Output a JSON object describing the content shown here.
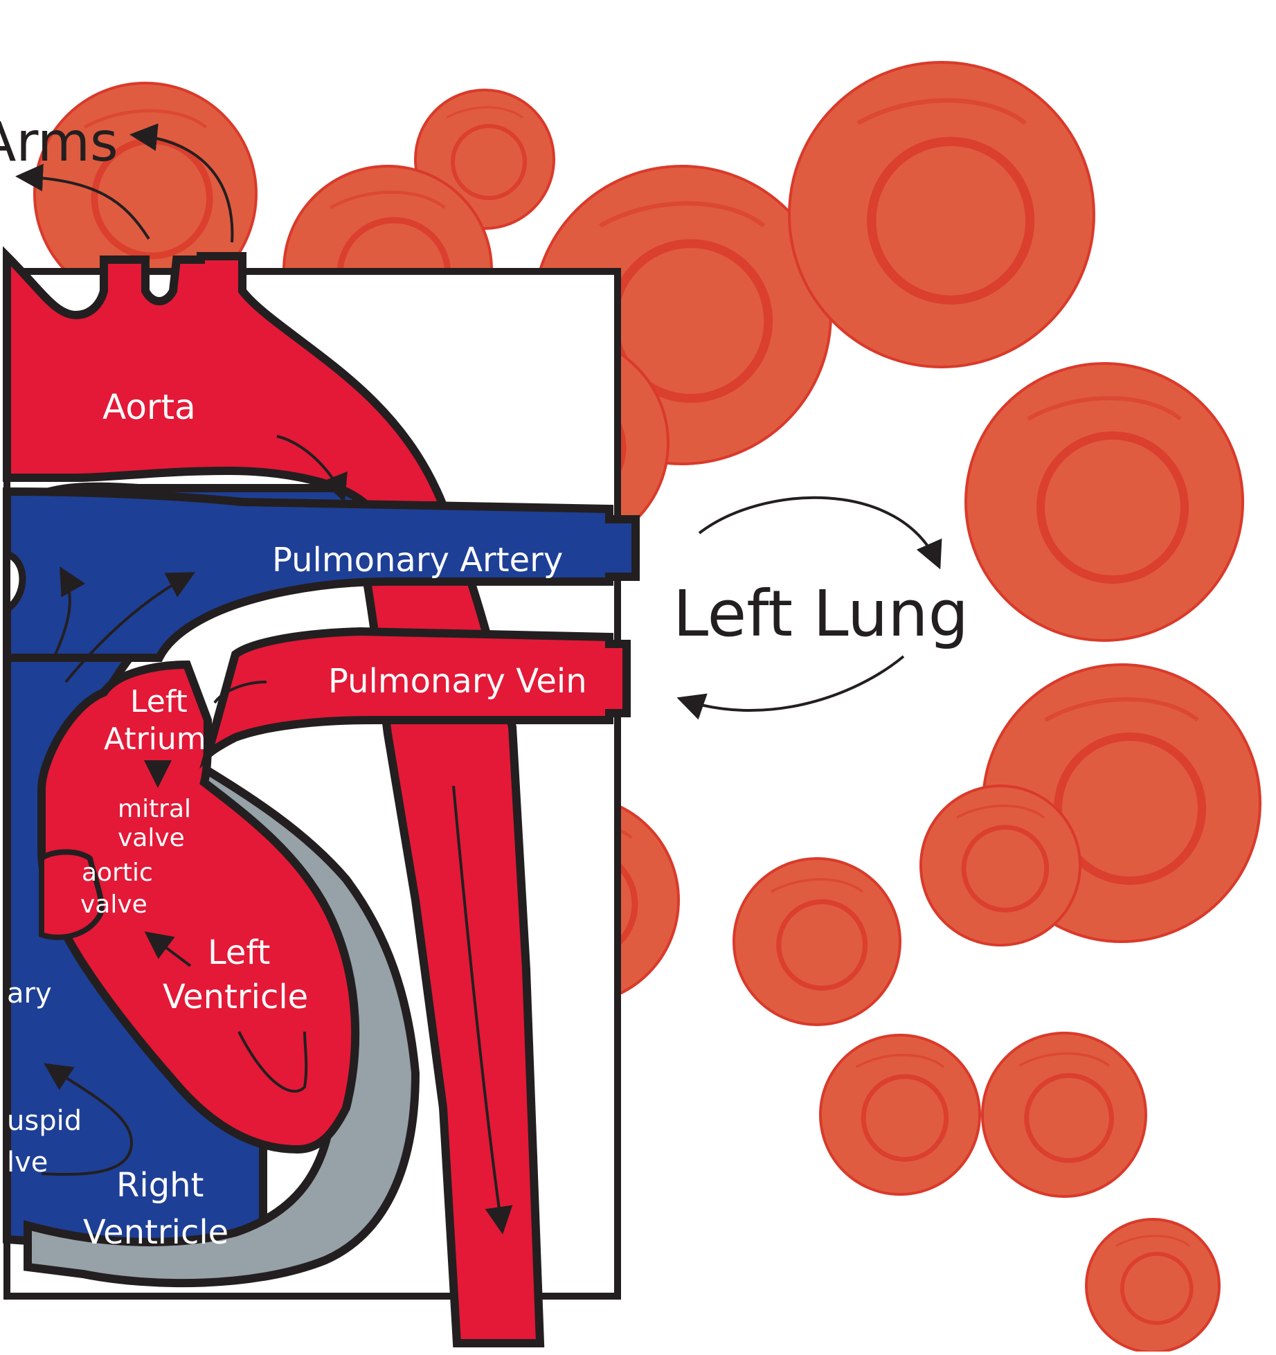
{
  "labels": {
    "arms": "Arms",
    "aorta": "Aorta",
    "pulmonary_artery": "Pulmonary Artery",
    "left_lung": "Left Lung",
    "pulmonary_vein": "Pulmonary Vein",
    "left_atrium_line1": "Left",
    "left_atrium_line2": "Atrium",
    "mitral_line1": "mitral",
    "mitral_line2": "valve",
    "aortic_line1": "aortic",
    "aortic_line2": "valve",
    "left_ventricle_line1": "Left",
    "left_ventricle_line2": "Ventricle",
    "pulmonary_valve_fragment": "ary",
    "tricuspid_line1": "uspid",
    "tricuspid_line2": "lve",
    "right_ventricle_line1": "Right",
    "right_ventricle_line2": "Ventricle"
  },
  "colors": {
    "oxygenated_red": "#e31937",
    "deoxygenated_blue": "#1e3f96",
    "septum_gray": "#96a1a8",
    "blood_cell_fill": "#e05c40",
    "blood_cell_rim": "#d93a2b",
    "outline": "#231f20"
  }
}
